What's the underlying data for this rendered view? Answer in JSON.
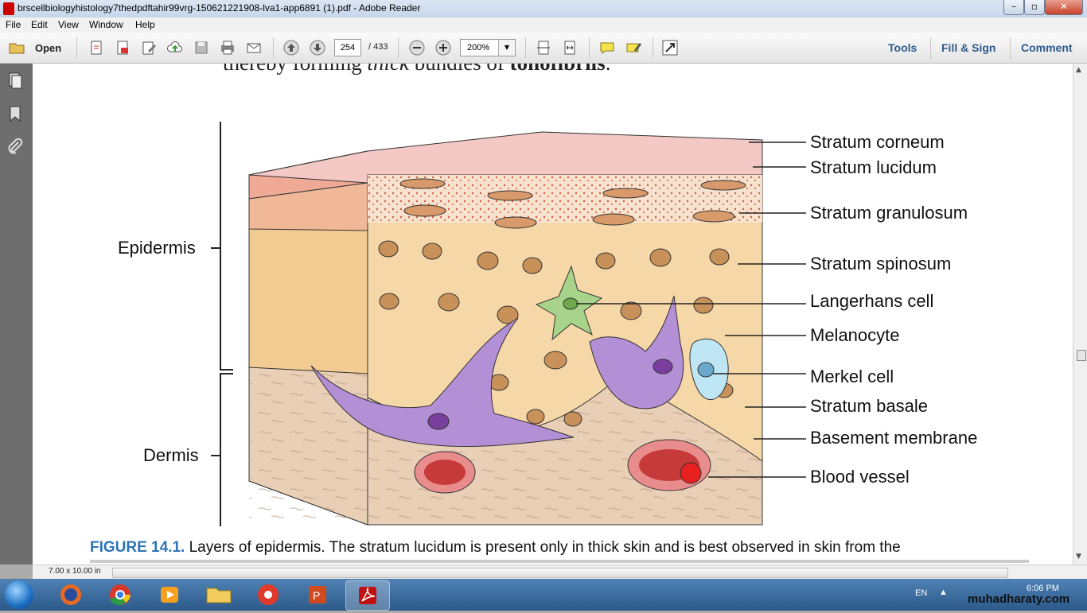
{
  "window": {
    "title": "brscellbiologyhistology7thedpdftahir99vrg-150621221908-lva1-app6891 (1).pdf - Adobe Reader"
  },
  "menu": [
    "File",
    "Edit",
    "View",
    "Window",
    "Help"
  ],
  "toolbar": {
    "open_label": "Open",
    "page_current": "254",
    "page_total": "/ 433",
    "zoom": "200%",
    "tools_label": "Tools",
    "fill_sign_label": "Fill & Sign",
    "comment_label": "Comment"
  },
  "document": {
    "partial_line_plain": "thereby forming ",
    "partial_line_italic": "thick",
    "partial_line_rest": " bundles of ",
    "partial_line_bold": "tonofibrils",
    "partial_line_end": ".",
    "figure": {
      "left_labels": [
        "Epidermis",
        "Dermis"
      ],
      "right_labels": [
        "Stratum corneum",
        "Stratum lucidum",
        "Stratum granulosum",
        "Stratum spinosum",
        "Langerhans cell",
        "Melanocyte",
        "Merkel cell",
        "Stratum basale",
        "Basement membrane",
        "Blood vessel"
      ]
    },
    "caption_number": "FIGURE 14.1.",
    "caption_text": " Layers of epidermis. The stratum lucidum is present only in thick skin and is best observed in skin from the"
  },
  "status": {
    "page_size": "7.00 x 10.00 in"
  },
  "taskbar": {
    "language": "EN",
    "time": "6:06 PM"
  },
  "watermark": "muhadharaty.com",
  "colors": {
    "link_blue": "#2e5a8c",
    "caption_blue": "#2d74b5",
    "taskbar": "#2b5a8a"
  }
}
